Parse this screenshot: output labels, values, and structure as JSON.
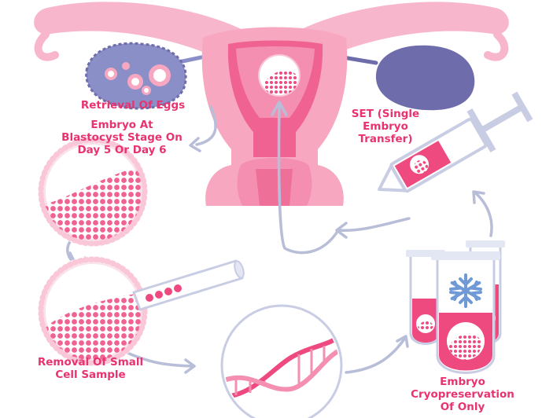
{
  "labels": {
    "retrieval": "Retrieval Of Eggs",
    "blastocyst": "Embryo At\nBlastocyst Stage On\nDay 5 Or Day 6",
    "set": "SET (Single\nEmbryo\nTransfer)",
    "removal": "Removal Of Small\nCell Sample",
    "cryo": "Embryo\nCryopreservation\nOf Only"
  },
  "colors": {
    "label": "#e8336f",
    "pink_light": "#f7a8c0",
    "pink_mid": "#f48fb1",
    "pink_dark": "#ee4a80",
    "arrow": "#b8bdd8",
    "ovary_left": "#8a8fc8",
    "ovary_right": "#6f6cab",
    "snowflake": "#6f9ad6"
  },
  "icons": [
    "uterus-icon",
    "ovary-icon",
    "embryo-icon",
    "pipette-icon",
    "syringe-icon",
    "test-tube-icon",
    "snowflake-icon",
    "dna-icon"
  ]
}
